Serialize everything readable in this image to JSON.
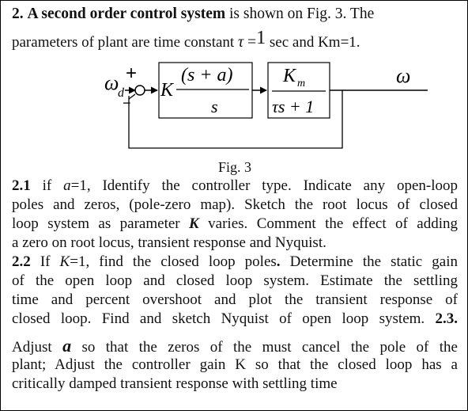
{
  "problem": {
    "heading_number": "2.",
    "heading_bold": "A second order control system",
    "heading_rest": " is shown on Fig. 3. The",
    "line2_pre": "parameters of plant are time constant ",
    "tau_symbol": "τ",
    "tau_eq": "=",
    "tau_value": "1",
    "line2_post": "sec and Km=1."
  },
  "diagram": {
    "input_symbol": "ω",
    "input_subscript": "d",
    "plus_sign": "+",
    "minus_sign": "−",
    "controller_gain": "K",
    "controller_num": "(s + a)",
    "controller_den": "s",
    "plant_num": "K",
    "plant_num_sub": "m",
    "plant_den": "τs + 1",
    "output_symbol": "ω"
  },
  "figure_caption": "Fig. 3",
  "q21": {
    "number": "2.1",
    "lines": [
      " if a=1, Identify the controller type. Indicate any open-loop",
      "poles and zeros, (pole-zero map). Sketch the root locus of closed",
      "loop system as parameter K varies. Comment the effect of adding",
      "a zero on root locus, transient response and Nyquist."
    ]
  },
  "q22": {
    "number": "2.2",
    "lines": [
      " If K=1, find the closed loop poles. Determine the static gain",
      "of the open loop and closed loop system. Estimate the settling",
      "time and percent overshoot and plot the transient response of",
      "closed loop.  Find and sketch Nyquist of open loop system."
    ],
    "trailing_number": "2.3."
  },
  "q23": {
    "lines": [
      "Adjust a so that the zeros of the must cancel the pole of the",
      "plant; Adjust the controller gain K so that the closed loop has a",
      "critically damped transient response with settling time"
    ]
  }
}
